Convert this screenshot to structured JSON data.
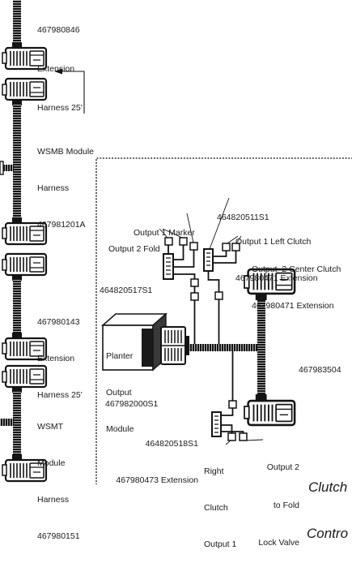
{
  "diagram": {
    "left_harness": {
      "top_extension": [
        "467980846",
        "Extension",
        "Harness 25'"
      ],
      "wsmb_module_harness": [
        "WSMB Module",
        "Harness",
        "467981201A"
      ],
      "mid_extension": [
        "467980143",
        "Extension",
        "Harness 25'"
      ],
      "wsmt_module_harness": [
        "WSMT",
        "Module",
        "Harness",
        "467980151"
      ]
    },
    "detail": {
      "title": [
        "Clutch",
        "Contro"
      ],
      "output_1_marker": "Output 1 Marker",
      "connector_464820511S1": "464820511S1",
      "output_1_left_clutch": [
        "Output 1 Left Clutch",
        "467980471 Extension"
      ],
      "output_2_fold": "Output 2 Fold",
      "output_2_center_clutch": [
        "Output  2 Center Clutch",
        "467980471 Extension"
      ],
      "connector_464820517S1": "464820517S1",
      "planter_output_module": [
        "Planter",
        "Output",
        "Module"
      ],
      "module_part_number": "467982000S1",
      "main_harness": "467983504",
      "connector_464820518S1": [
        "464820518S1",
        "467980473 Extension"
      ],
      "right_clutch_output_1": [
        "Right",
        "Clutch",
        "Output 1"
      ],
      "output_2_fold_lock_valve": [
        "Output 2",
        "to Fold",
        "Lock Valve"
      ]
    }
  }
}
